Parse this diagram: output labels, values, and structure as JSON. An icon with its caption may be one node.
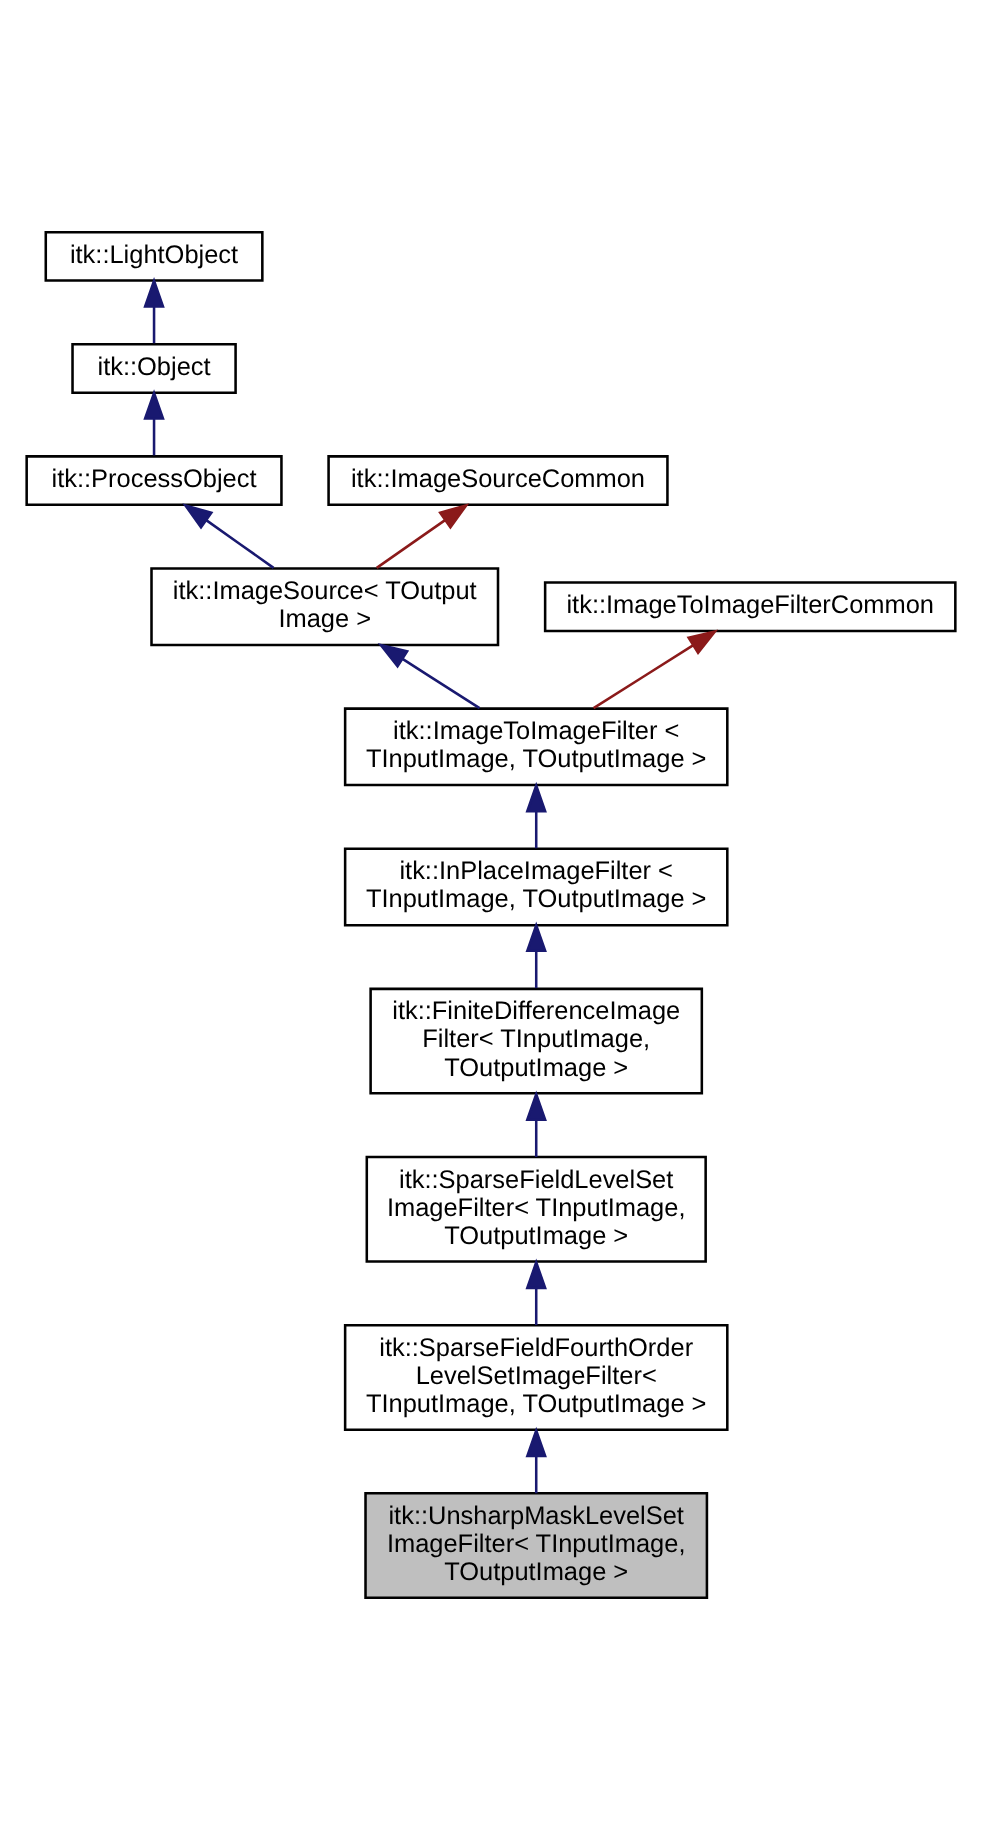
{
  "diagram": {
    "nodes": [
      {
        "text": [
          "itk::LightObject"
        ]
      },
      {
        "text": [
          "itk::Object"
        ]
      },
      {
        "text": [
          "itk::ProcessObject"
        ]
      },
      {
        "text": [
          "itk::ImageSourceCommon"
        ]
      },
      {
        "text": [
          "itk::ImageSource< TOutput Image >"
        ]
      },
      {
        "text": [
          "itk::ImageToImageFilterCommon"
        ]
      },
      {
        "text": [
          "itk::ImageToImageFilter < TInputImage, TOutputImage >"
        ]
      },
      {
        "text": [
          "itk::InPlaceImageFilter < TInputImage, TOutputImage >"
        ]
      },
      {
        "text": [
          "itk::FiniteDifferenceImage Filter< TInputImage, TOutputImage >"
        ]
      },
      {
        "text": [
          "itk::SparseFieldLevelSet ImageFilter< TInputImage, TOutputImage >"
        ]
      },
      {
        "text": [
          "itk::SparseFieldFourthOrder LevelSetImageFilter< TInputImage, TOutputImage >"
        ]
      },
      {
        "text": [
          "itk::UnsharpMaskLevelSet ImageFilter< TInputImage, TOutputImage >"
        ]
      }
    ],
    "edges": [
      {
        "from": 1,
        "to": 0,
        "arrow": "to"
      },
      {
        "from": 2,
        "to": 1,
        "arrow": "to"
      },
      {
        "from": 4,
        "to": 2,
        "arrow": "to"
      },
      {
        "from": 4,
        "to": 3,
        "arrow": "to",
        "color": "#8b1a1a"
      },
      {
        "from": 6,
        "to": 4,
        "arrow": "to"
      },
      {
        "from": 6,
        "to": 5,
        "arrow": "to",
        "color": "#8b1a1a"
      },
      {
        "from": 7,
        "to": 6,
        "arrow": "to"
      },
      {
        "from": 8,
        "to": 7,
        "arrow": "to"
      },
      {
        "from": 9,
        "to": 8,
        "arrow": "to"
      },
      {
        "from": 10,
        "to": 9,
        "arrow": "to"
      },
      {
        "from": 11,
        "to": 10,
        "arrow": "to"
      }
    ]
  }
}
